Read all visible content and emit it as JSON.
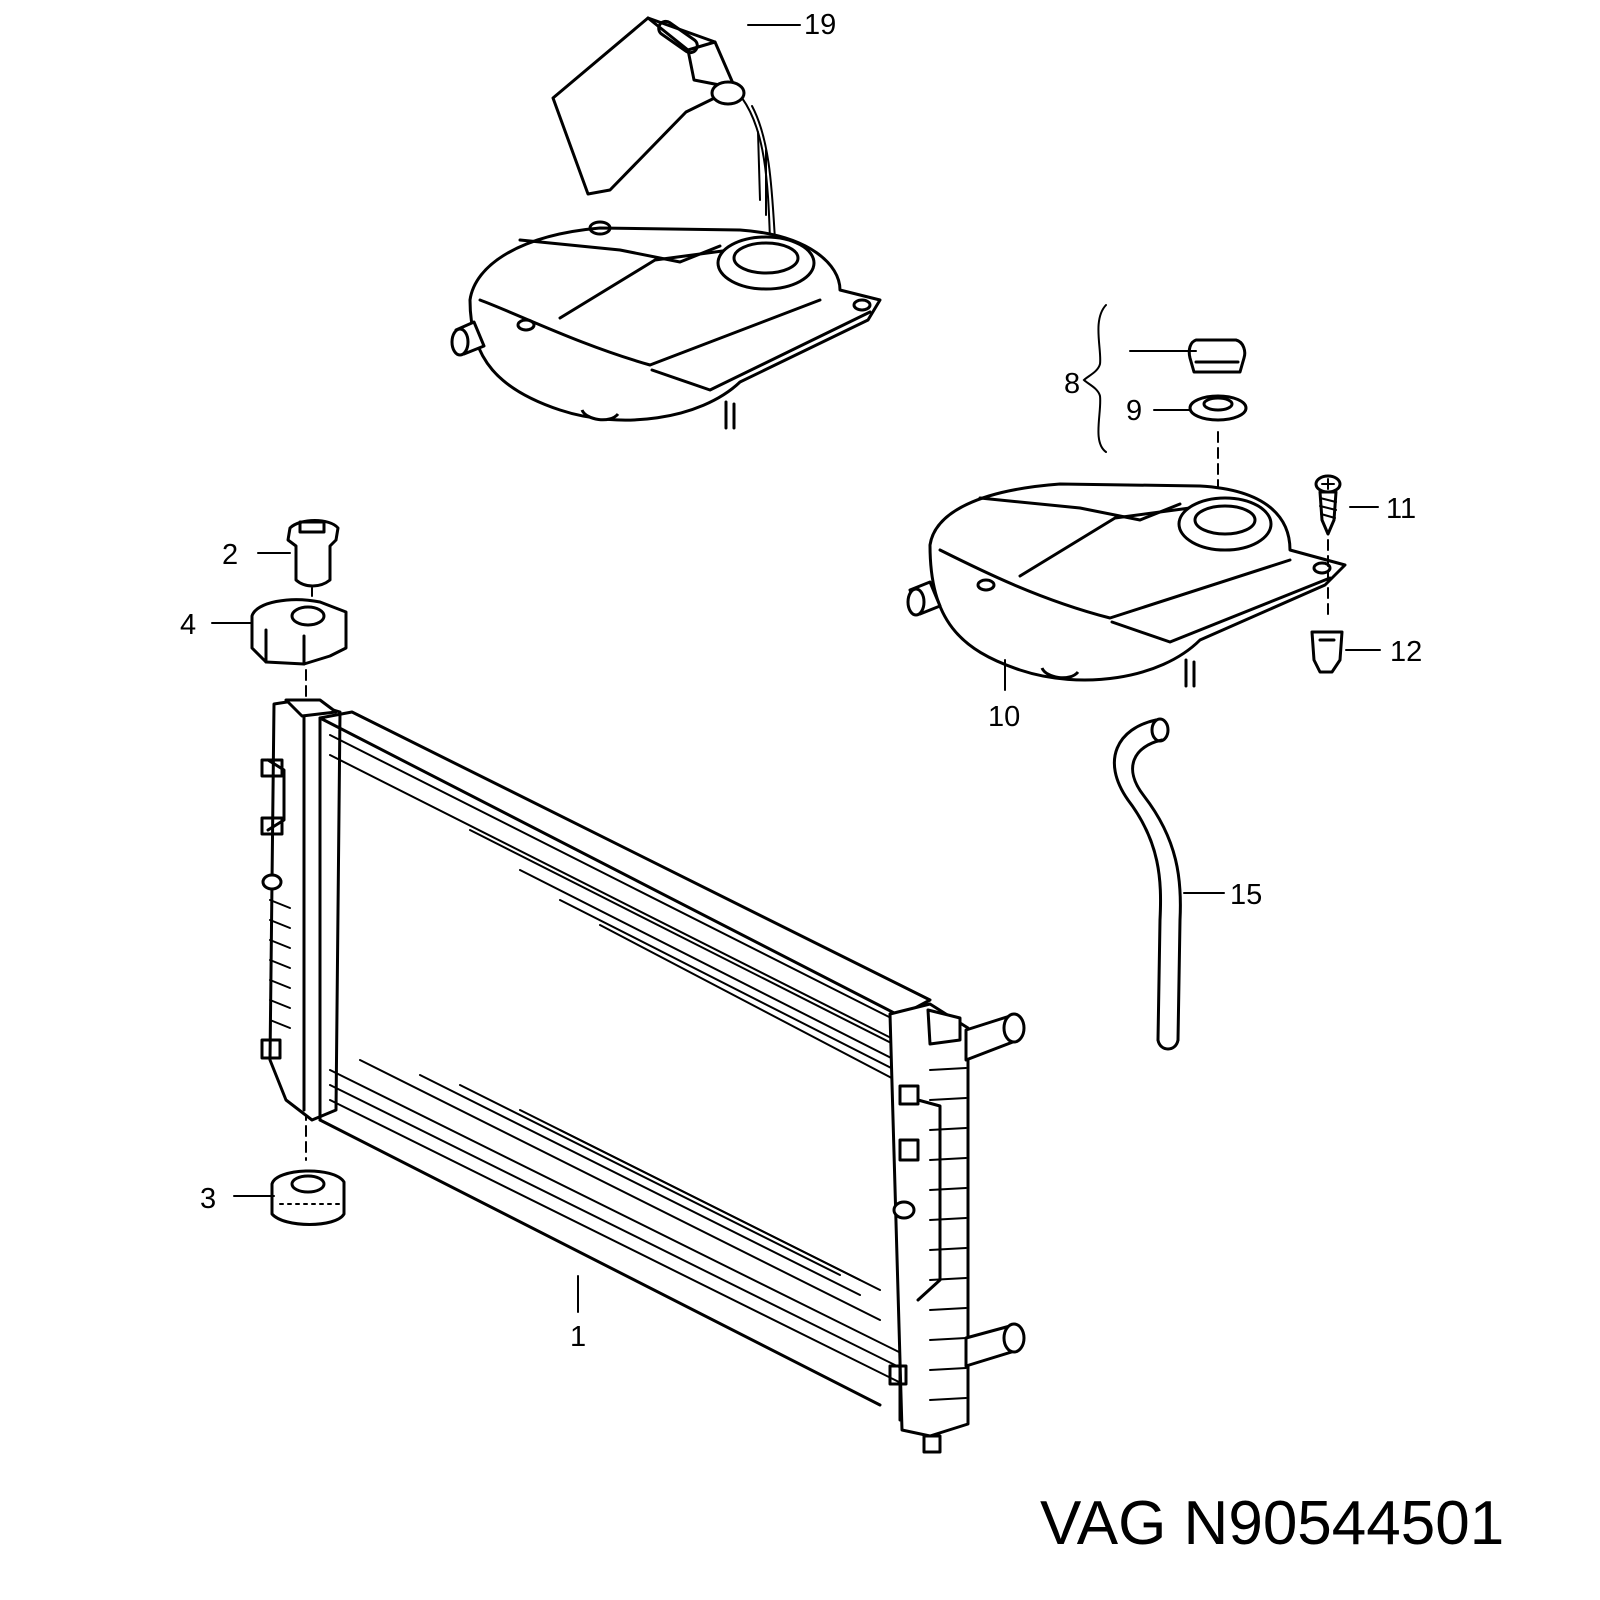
{
  "caption": "VAG N90544501",
  "callouts": {
    "c1": "1",
    "c2": "2",
    "c3": "3",
    "c4": "4",
    "c8": "8",
    "c9": "9",
    "c10": "10",
    "c11": "11",
    "c12": "12",
    "c15": "15",
    "c19": "19"
  }
}
